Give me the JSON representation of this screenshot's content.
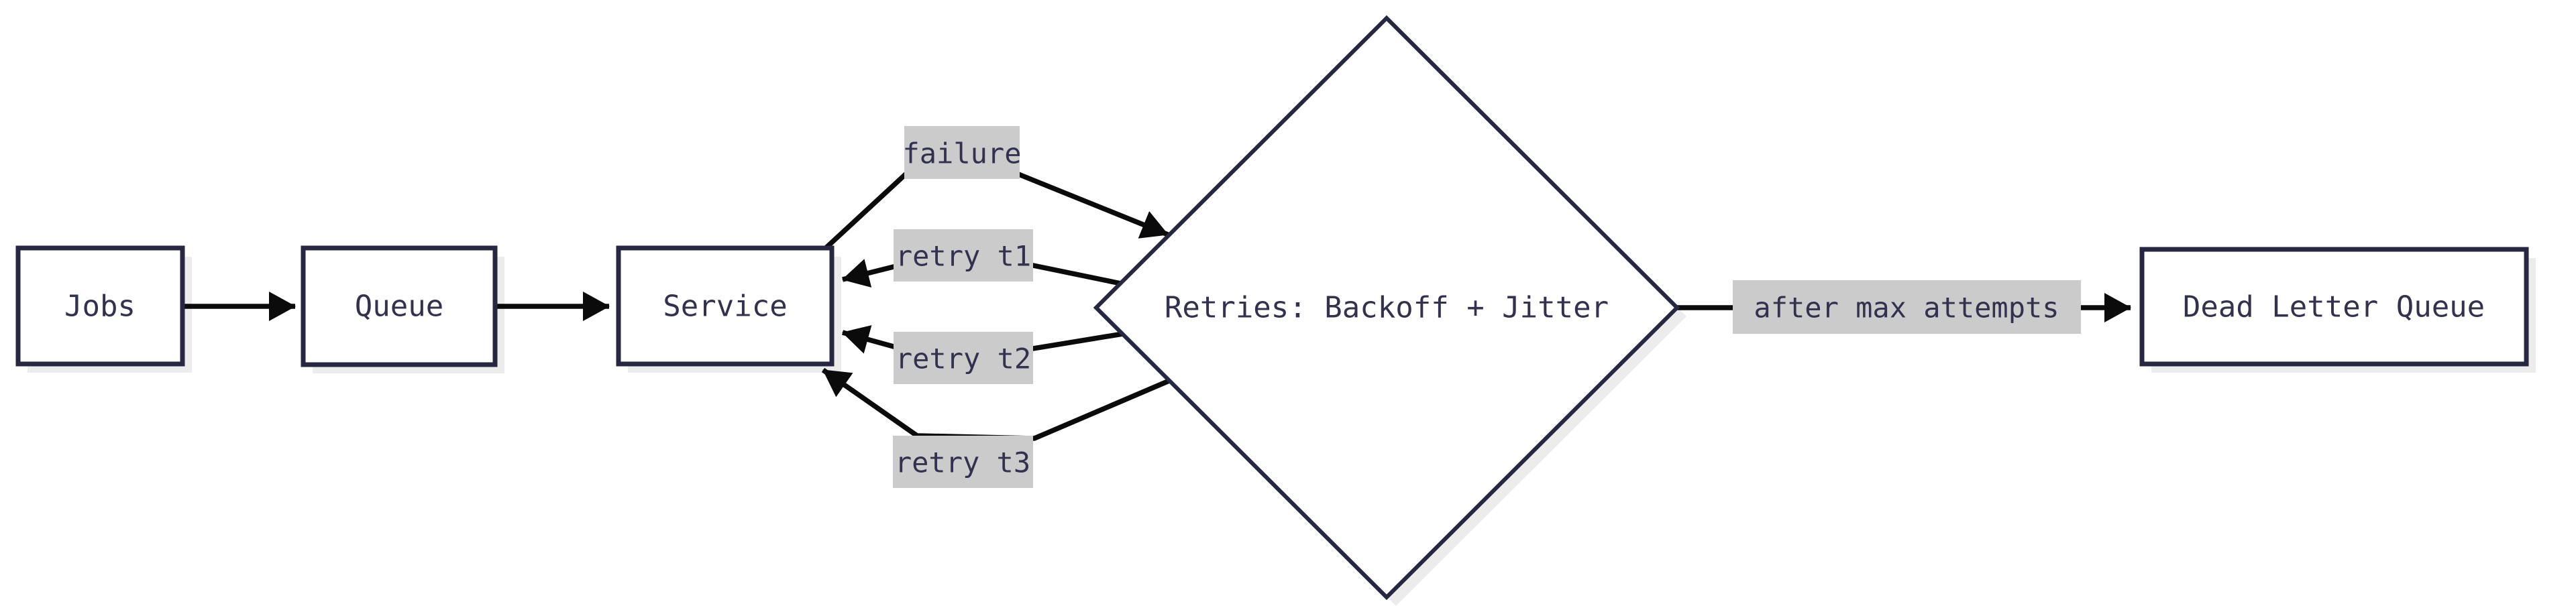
{
  "diagram": {
    "type": "flowchart",
    "direction": "left-to-right",
    "nodes": [
      {
        "id": "jobs",
        "label": "Jobs",
        "shape": "rectangle"
      },
      {
        "id": "queue",
        "label": "Queue",
        "shape": "rectangle"
      },
      {
        "id": "service",
        "label": "Service",
        "shape": "rectangle"
      },
      {
        "id": "retries",
        "label": "Retries: Backoff + Jitter",
        "shape": "diamond"
      },
      {
        "id": "dlq",
        "label": "Dead Letter Queue",
        "shape": "rectangle"
      }
    ],
    "edges": [
      {
        "from": "jobs",
        "to": "queue",
        "label": ""
      },
      {
        "from": "queue",
        "to": "service",
        "label": ""
      },
      {
        "from": "service",
        "to": "retries",
        "label": "failure"
      },
      {
        "from": "retries",
        "to": "service",
        "label": "retry t1"
      },
      {
        "from": "retries",
        "to": "service",
        "label": "retry t2"
      },
      {
        "from": "retries",
        "to": "service",
        "label": "retry t3"
      },
      {
        "from": "retries",
        "to": "dlq",
        "label": "after max attempts"
      }
    ]
  },
  "colors": {
    "background": "#ffffff",
    "node_fill": "#ffffff",
    "node_border": "#272741",
    "node_text": "#32324e",
    "edge_stroke": "#0b0b0b",
    "edge_label_background": "#cbcbcb",
    "shadow": "#ececec"
  }
}
